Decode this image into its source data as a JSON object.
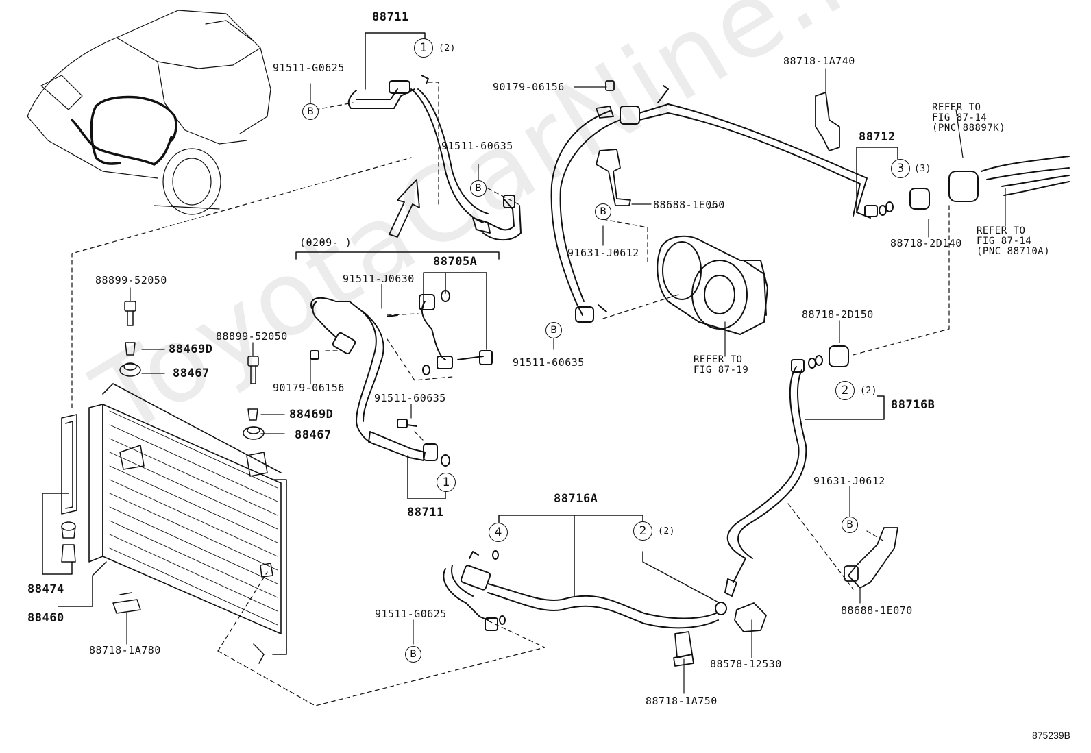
{
  "watermark": "ToyotaCarNine.ru",
  "figure_id": "875239B",
  "labels": {
    "p88711_top": "88711",
    "p88711_bot": "88711",
    "p91511G0625_top": "91511-G0625",
    "p91511G0625_bot": "91511-G0625",
    "p91511_60635_a": "91511-60635",
    "p91511_60635_b": "91511-60635",
    "p91511_60635_c": "91511-60635",
    "p90179_06156_a": "90179-06156",
    "p90179_06156_b": "90179-06156",
    "p88718_1A740": "88718-1A740",
    "p88712": "88712",
    "p88688_1E060": "88688-1E060",
    "p91631_J0612_a": "91631-J0612",
    "p91631_J0612_b": "91631-J0612",
    "p88718_2D140": "88718-2D140",
    "p88718_2D150": "88718-2D150",
    "p88716B": "88716B",
    "p88716A": "88716A",
    "p88705A": "88705A",
    "p91511_J0630": "91511-J0630",
    "p0209": "(0209-      )",
    "p88899_a": "88899-52050",
    "p88899_b": "88899-52050",
    "p88469D_a": "88469D",
    "p88469D_b": "88469D",
    "p88467_a": "88467",
    "p88467_b": "88467",
    "p88474": "88474",
    "p88460": "88460",
    "p88718_1A780": "88718-1A780",
    "p88718_1A750": "88718-1A750",
    "p88578_12530": "88578-12530",
    "p88688_1E070": "88688-1E070",
    "ref_87_19": "REFER TO\nFIG 87-19",
    "ref_87_14_a": "REFER TO\nFIG 87-14\n(PNC 88897K)",
    "ref_87_14_b": "REFER TO\nFIG 87-14\n(PNC 88710A)"
  },
  "callouts": {
    "c1_top": "1",
    "c1_top_qty": "(2)",
    "c1_bot": "1",
    "c3": "3",
    "c3_qty": "(3)",
    "c2_right": "2",
    "c2_right_qty": "(2)",
    "c2_bot": "2",
    "c2_bot_qty": "(2)",
    "c4": "4",
    "b": "B"
  }
}
